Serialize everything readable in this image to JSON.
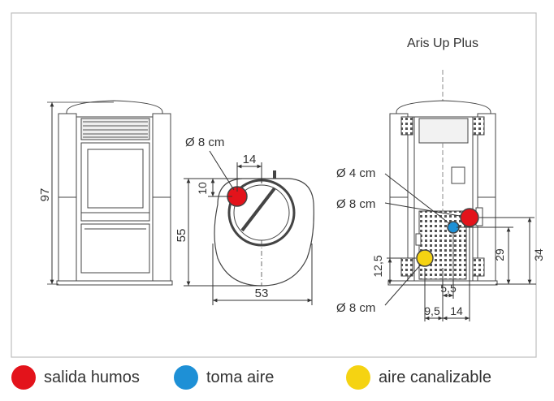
{
  "model_title": "Aris Up Plus",
  "front_view": {
    "height_label": "97"
  },
  "top_view": {
    "diameter_label": "Ø 8 cm",
    "offset_x_label": "14",
    "offset_y_label": "10",
    "depth_label": "55",
    "width_label": "53"
  },
  "rear_view": {
    "intake_diameter_label": "Ø 4 cm",
    "flue_diameter_label": "Ø 8 cm",
    "duct_diameter_label": "Ø 8 cm",
    "duct_height_label": "12,5",
    "intake_offset_label": "5,5",
    "duct_offset_label": "9,5",
    "flue_offset_label": "14",
    "intake_height_label": "29",
    "flue_height_label": "34"
  },
  "colors": {
    "flue": "#e3131b",
    "intake": "#1e90d6",
    "duct": "#f5d312",
    "line": "#333333",
    "frame": "#bdbdbd"
  },
  "legend": [
    {
      "label": "salida humos",
      "color": "#e3131b"
    },
    {
      "label": "toma aire",
      "color": "#1e90d6"
    },
    {
      "label": "aire canalizable",
      "color": "#f5d312"
    }
  ]
}
